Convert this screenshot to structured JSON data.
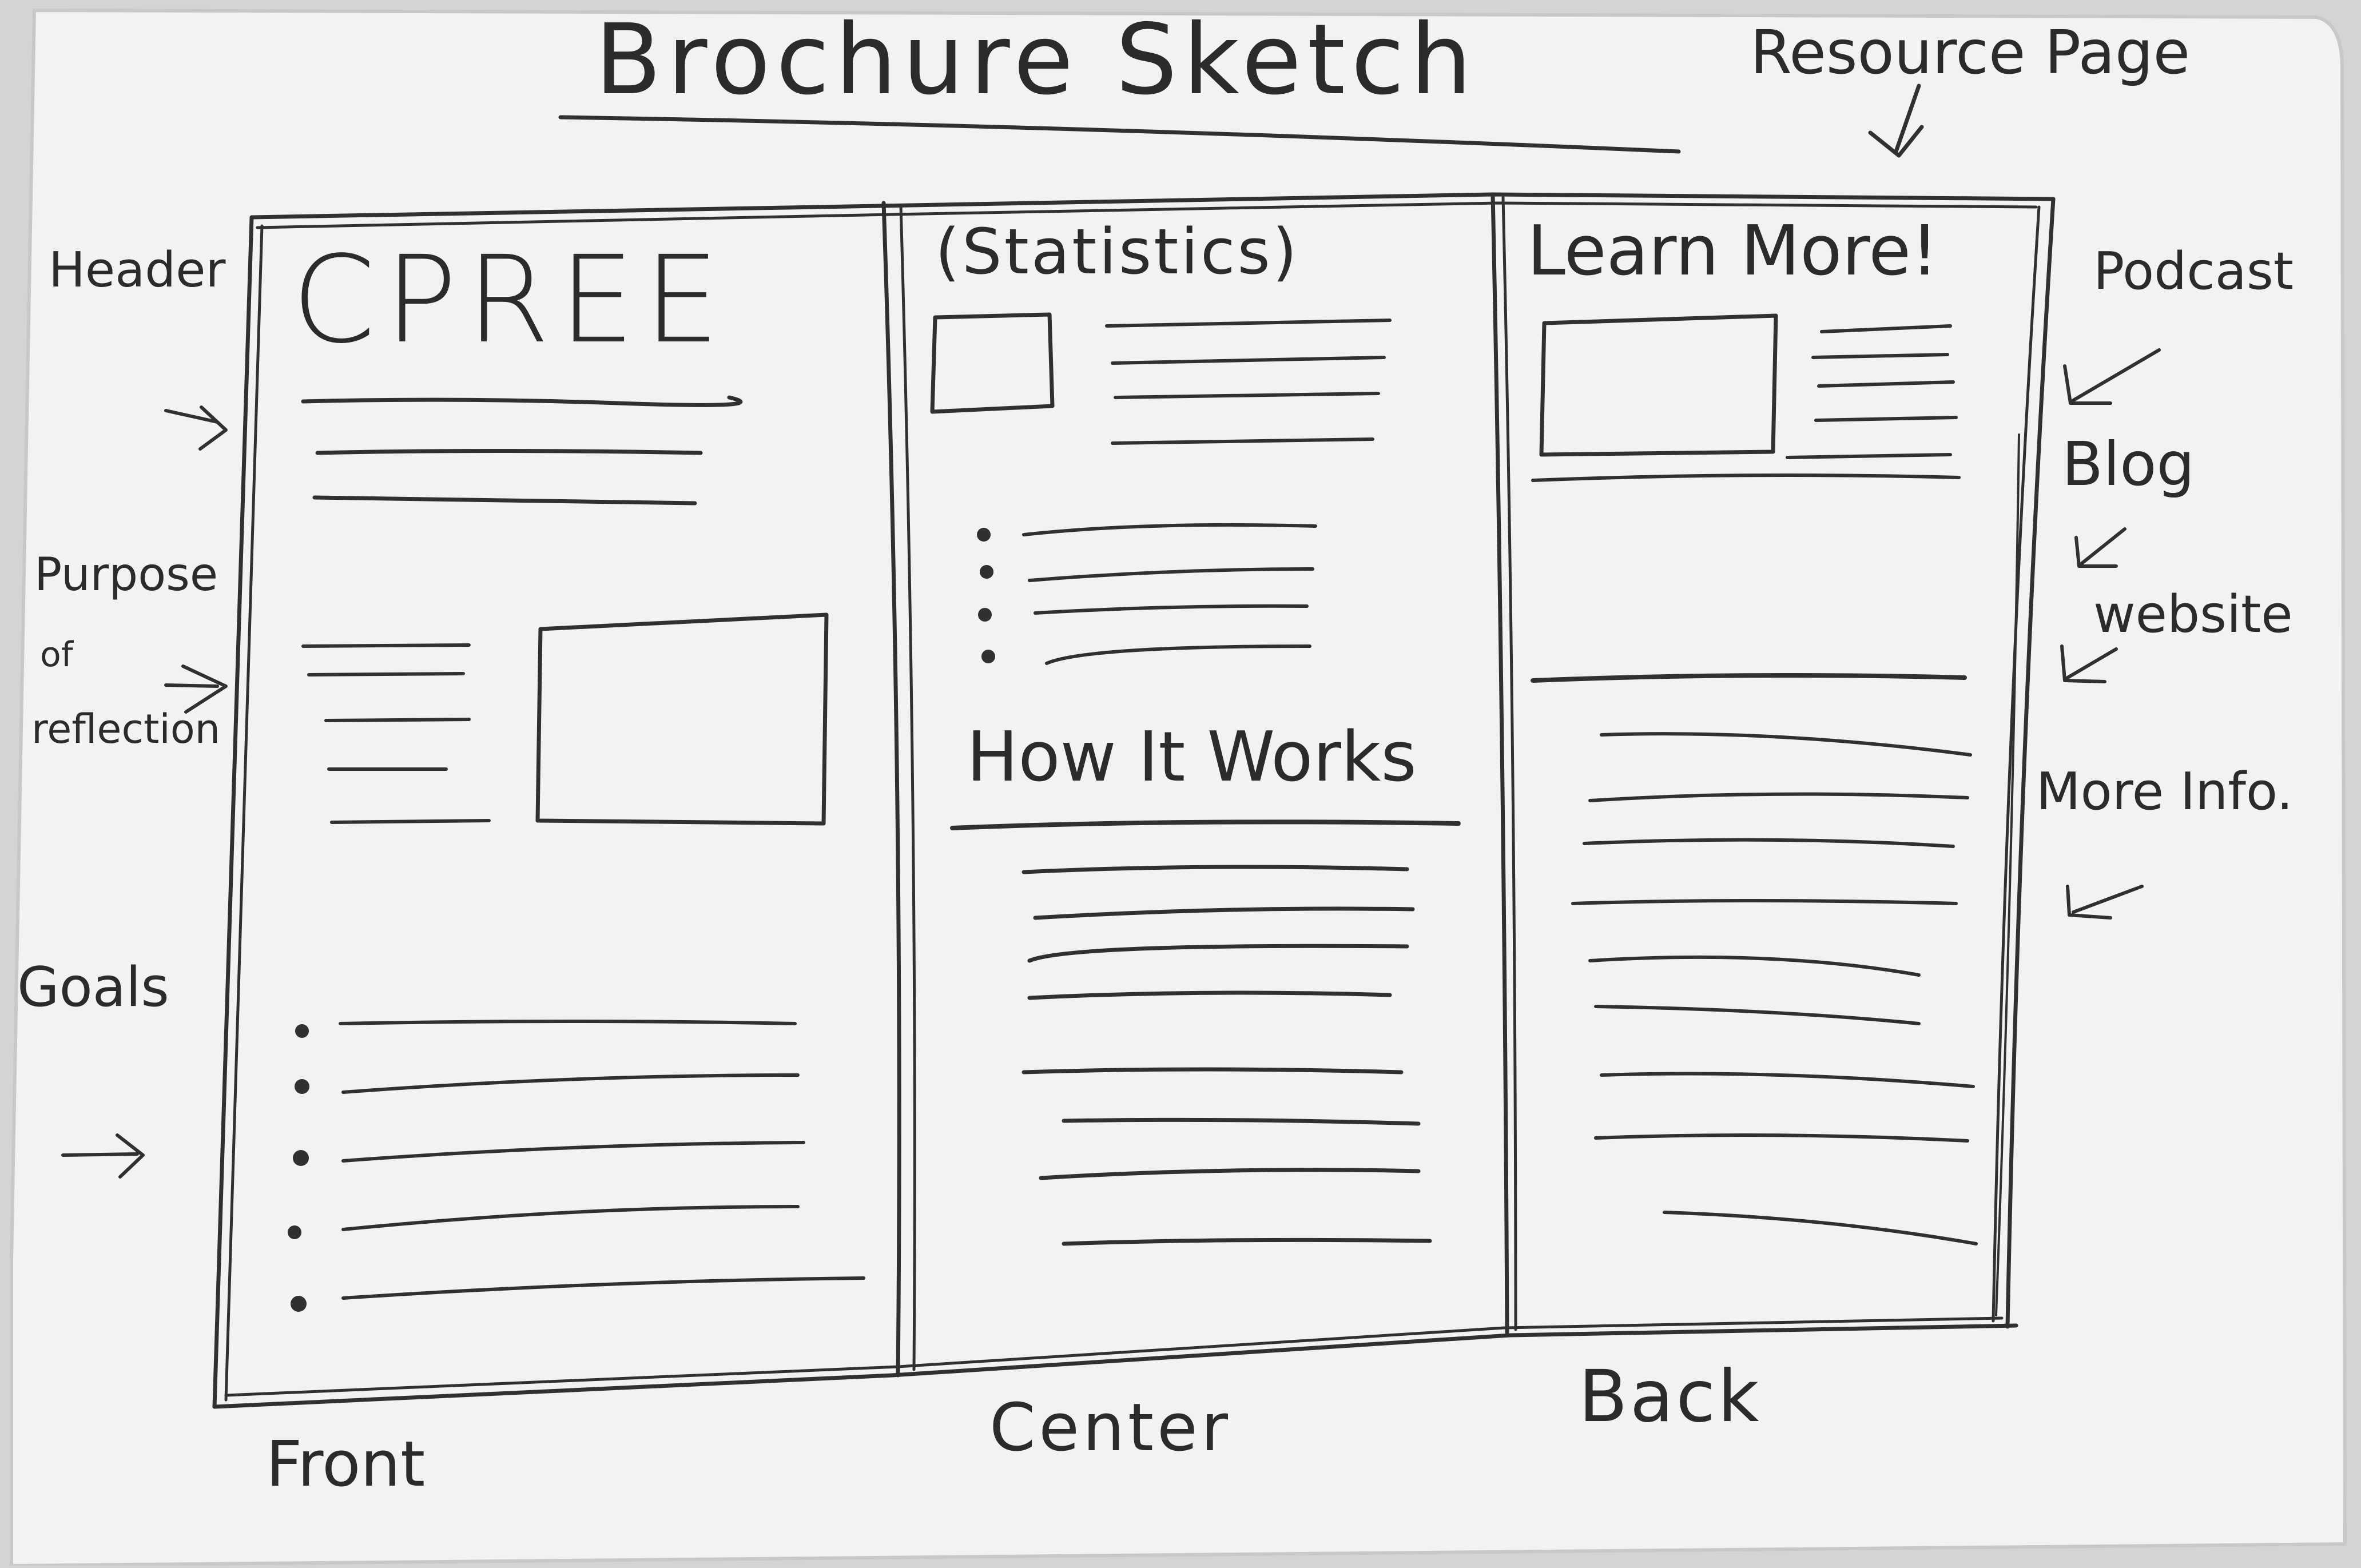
{
  "title": "Brochure Sketch",
  "resource_page_label": "Resource Page",
  "side_labels": {
    "header": "Header",
    "purpose": [
      "Purpose",
      "of",
      "reflection"
    ],
    "goals": "Goals"
  },
  "panels": {
    "front": {
      "caption": "Front",
      "header": "CPREE"
    },
    "center": {
      "caption": "Center",
      "header": "(Statistics)",
      "subheader": "How It Works"
    },
    "back": {
      "caption": "Back",
      "header": "Learn More!"
    }
  },
  "right_labels": [
    "Podcast",
    "Blog",
    "website",
    "More Info."
  ],
  "colors": {
    "paper": "#f4f4f4",
    "pencil": "#303030",
    "background": "#d4d4d4"
  }
}
